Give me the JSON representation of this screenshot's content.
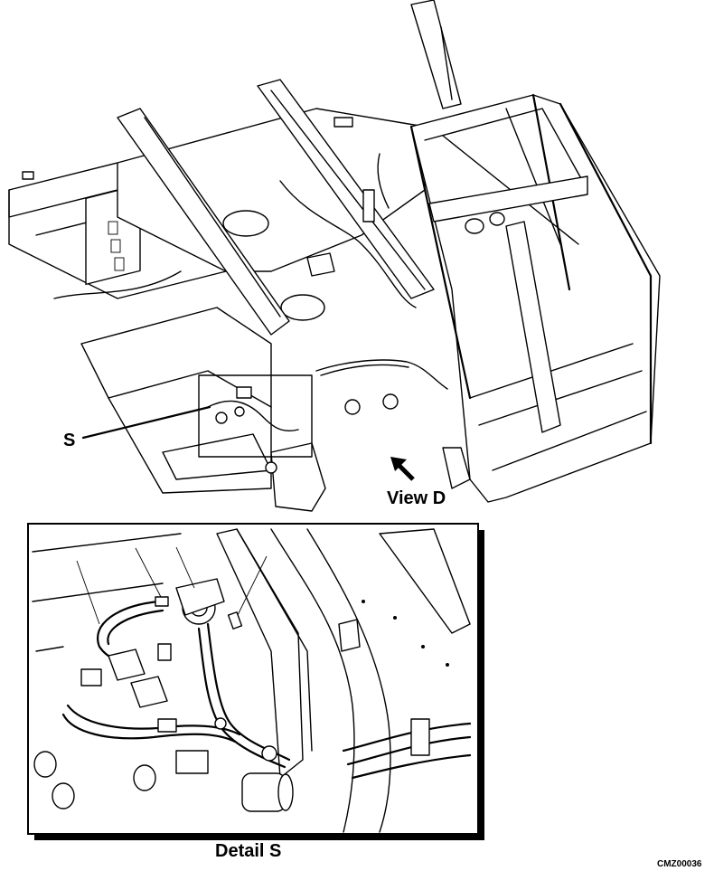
{
  "labels": {
    "detail_callout": "S",
    "view_label": "View D",
    "detail_title": "Detail S",
    "figure_code": "CMZ00036"
  },
  "icons": {
    "view_arrow": "arrow-up-left-icon",
    "leader": "leader-line"
  }
}
